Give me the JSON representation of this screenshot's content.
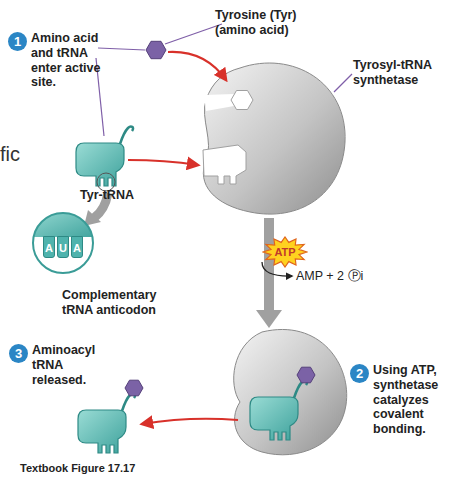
{
  "diagram": {
    "nodes": [
      {
        "text": [
          "1"
        ]
      },
      {
        "text": [
          "A"
        ]
      },
      {
        "text": [
          "U"
        ]
      },
      {
        "text": [
          "A"
        ]
      },
      {
        "text": [
          "ATP"
        ]
      },
      {
        "text": [
          "3"
        ]
      },
      {
        "text": [
          "2"
        ]
      }
    ],
    "labels": [
      "Amino acid and tRNA enter active site.",
      "Tyrosine (Tyr) (amino acid)",
      "Tyrosyl-tRNA synthetase",
      "fic",
      "Tyr-tRNA",
      "Complementary tRNA anticodon",
      "AMP + 2 Ⓟi",
      "Aminoacyl tRNA released.",
      "Using ATP, synthetase catalyzes covalent bonding.",
      "Textbook Figure 17.17"
    ]
  }
}
